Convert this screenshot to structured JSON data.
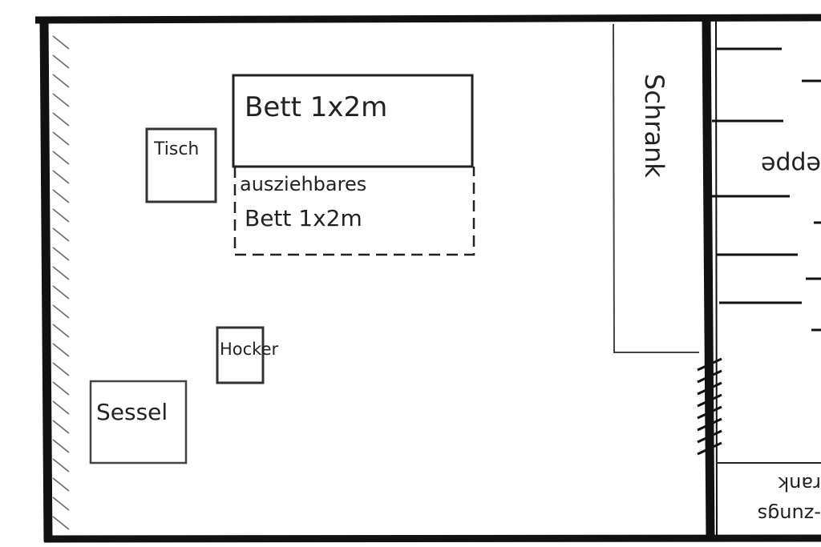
{
  "rooms": {
    "main": {
      "furniture": {
        "bed": "Bett 1x2m",
        "pullout_bed_line1": "ausziehbares",
        "pullout_bed_line2": "Bett 1x2m",
        "table": "Tisch",
        "stool": "Hocker",
        "armchair": "Sessel",
        "wardrobe": "Schrank"
      }
    },
    "adjacent": {
      "stairs_label_fragment": "eppe",
      "cabinet_label_line1_fragment": "rank",
      "cabinet_label_line2_fragment": "-zungs"
    }
  },
  "colors": {
    "ink": "#111111",
    "paper": "#ffffff"
  }
}
